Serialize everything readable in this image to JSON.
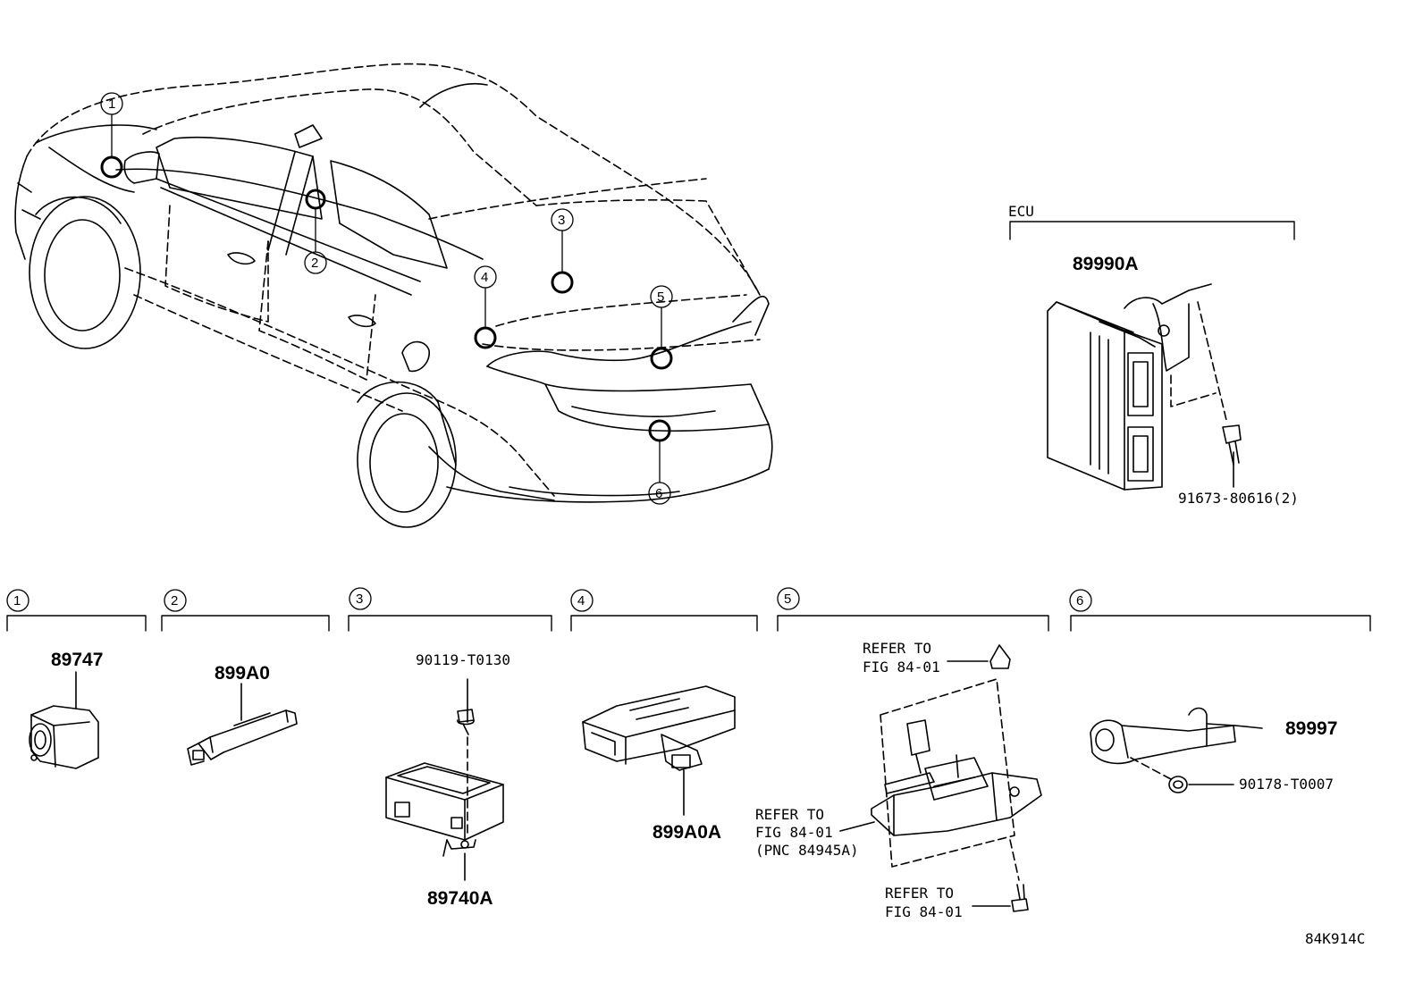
{
  "callouts": {
    "c1": "1",
    "c2": "2",
    "c3": "3",
    "c4": "4",
    "c5": "5",
    "c6": "6"
  },
  "ecu": {
    "heading": "ECU",
    "part": "89990A",
    "bolt": "91673-80616(2)"
  },
  "sections": {
    "s1": {
      "num": "1",
      "part": "89747"
    },
    "s2": {
      "num": "2",
      "part": "899A0"
    },
    "s3": {
      "num": "3",
      "bolt": "90119-T0130",
      "part": "89740A"
    },
    "s4": {
      "num": "4",
      "part": "899A0A"
    },
    "s5": {
      "num": "5",
      "ref_top_1": "REFER TO",
      "ref_top_2": "FIG 84-01",
      "ref_left_1": "REFER TO",
      "ref_left_2": "FIG 84-01",
      "ref_left_3": "(PNC 84945A)",
      "ref_bot_1": "REFER TO",
      "ref_bot_2": "FIG 84-01"
    },
    "s6": {
      "num": "6",
      "part": "89997",
      "nut": "90178-T0007"
    }
  },
  "figure_code": "84K914C",
  "icons": [
    "car-outline-icon",
    "ecu-module-icon",
    "sensor-icon",
    "bolt-icon",
    "nut-icon",
    "camera-icon",
    "antenna-icon"
  ]
}
